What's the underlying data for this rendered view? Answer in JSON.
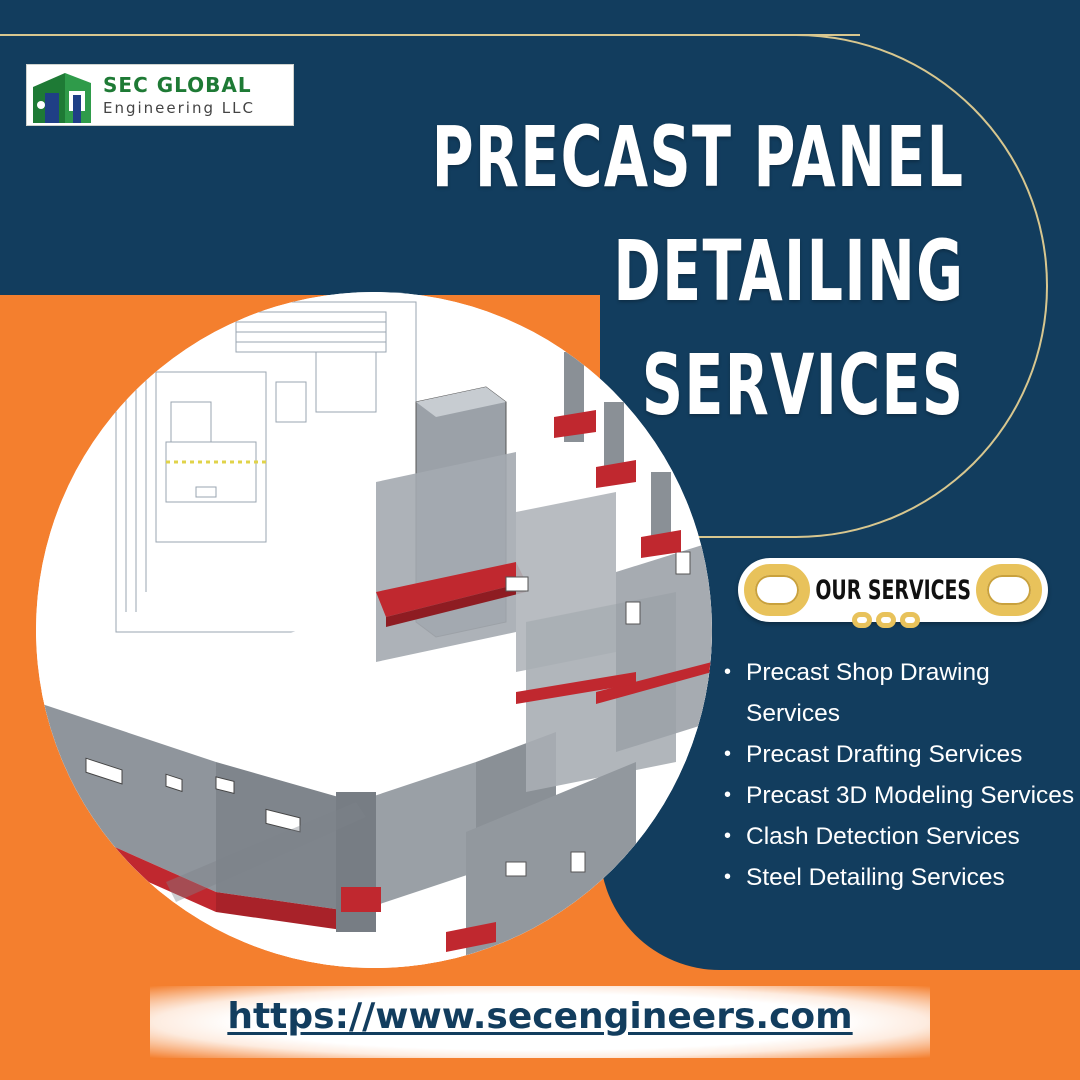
{
  "brand": {
    "name": "SEC GLOBAL",
    "subtitle": "Engineering LLC"
  },
  "headline": {
    "line1": "PRECAST PANEL",
    "line2": "DETAILING",
    "line3": "SERVICES"
  },
  "services_section": {
    "label": "OUR SERVICES",
    "items": [
      "Precast Shop Drawing Services",
      "Precast Drafting Services",
      "Precast 3D Modeling Services",
      "Clash Detection Services",
      "Steel Detailing Services"
    ]
  },
  "website": "https://www.secengineers.com",
  "colors": {
    "navy": "#123d5e",
    "orange": "#f47f2e",
    "gold": "#d8c78f",
    "brand_green": "#1e7a35",
    "footing_red": "#c0282f"
  },
  "illustration": "precast-panel-3d-model"
}
